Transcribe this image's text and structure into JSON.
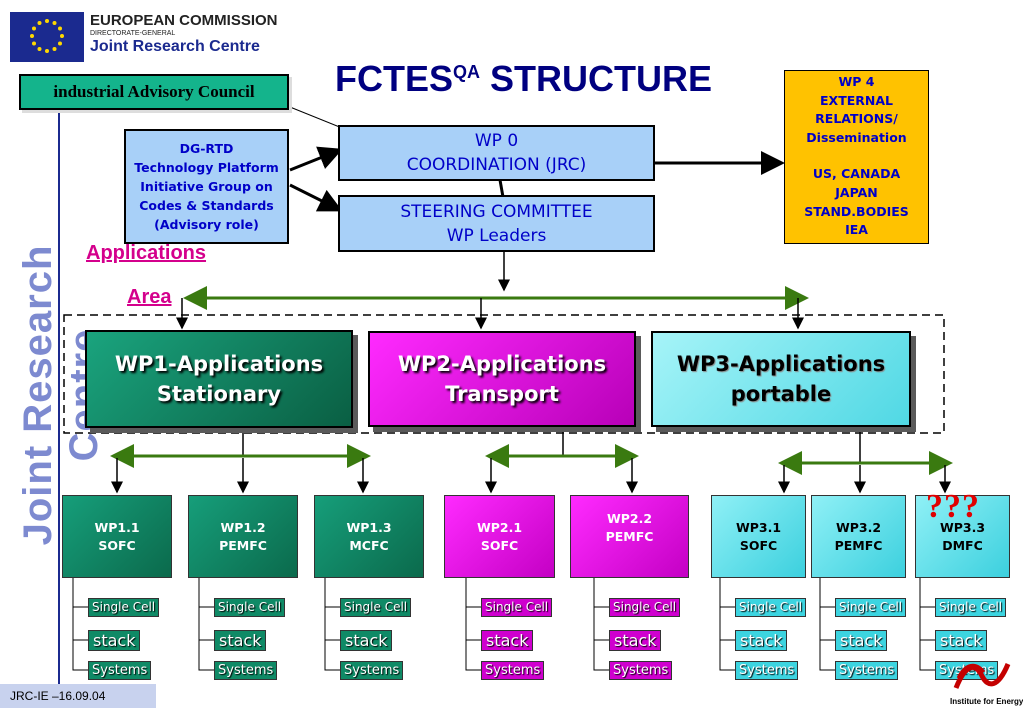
{
  "header": {
    "org_name": "EUROPEAN COMMISSION",
    "org_sub": "DIRECTORATE-GENERAL",
    "org_centre": "Joint Research Centre",
    "side_text": "Joint Research Centre"
  },
  "title": {
    "main": "FCTES",
    "sup": "QA",
    "rest": " STRUCTURE"
  },
  "advisory": "industrial Advisory Council",
  "dgrtd": [
    "DG-RTD",
    "Technology Platform",
    "Initiative Group on",
    "Codes & Standards",
    "(Advisory role)"
  ],
  "wp0": [
    "WP 0",
    "COORDINATION (JRC)"
  ],
  "steering": [
    "STEERING COMMITTEE",
    "WP Leaders"
  ],
  "wp4": [
    "WP 4",
    "EXTERNAL",
    "RELATIONS/",
    "Dissemination",
    "",
    "US, CANADA",
    "JAPAN",
    "STAND.BODIES",
    "IEA"
  ],
  "labels": {
    "applications": "Applications",
    "area": "Area"
  },
  "wps": [
    {
      "line1": "WP1-Applications",
      "line2": "Stationary"
    },
    {
      "line1": "WP2-Applications",
      "line2": "Transport"
    },
    {
      "line1": "WP3-Applications",
      "line2": "portable"
    }
  ],
  "subs": [
    {
      "line1": "WP1.1",
      "line2": "SOFC"
    },
    {
      "line1": "WP1.2",
      "line2": "PEMFC"
    },
    {
      "line1": "WP1.3",
      "line2": "MCFC"
    },
    {
      "line1": "WP2.1",
      "line2": "SOFC"
    },
    {
      "line1": "WP2.2",
      "line2": "PEMFC"
    },
    {
      "line1": "WP3.1",
      "line2": "SOFC"
    },
    {
      "line1": "WP3.2",
      "line2": "PEMFC"
    },
    {
      "line1": "WP3.3",
      "line2": "DMFC"
    }
  ],
  "question_marks": "???",
  "items": {
    "cell": "Single Cell",
    "stack": "stack",
    "systems": "Systems"
  },
  "footer": {
    "left": "JRC-IE –16.09.04",
    "right_logo": "Institute for Energy"
  },
  "colors": {
    "green": "#0f8a66",
    "magenta": "#cc00cc",
    "cyan": "#3cd4e0",
    "blue_text": "#0000c8",
    "arrow_green": "#3a7a10"
  }
}
